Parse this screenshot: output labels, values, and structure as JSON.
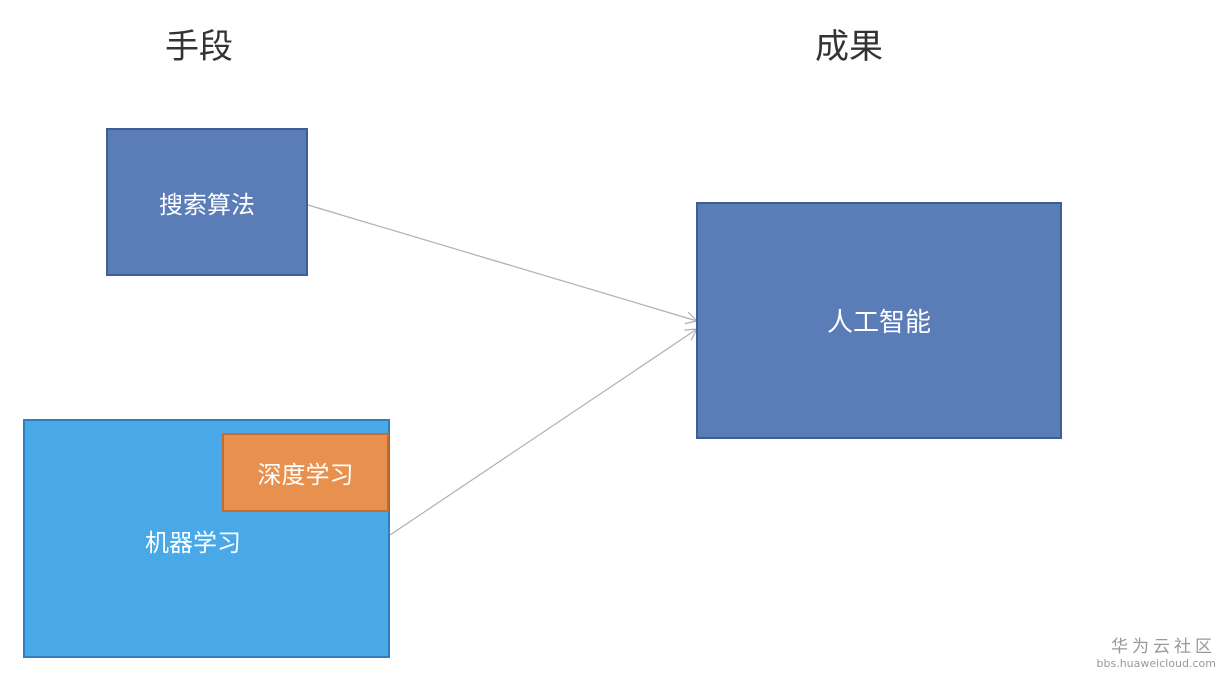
{
  "headings": {
    "means": "手段",
    "result": "成果"
  },
  "nodes": {
    "search_algorithm": "搜索算法",
    "machine_learning": "机器学习",
    "deep_learning": "深度学习",
    "artificial_intelligence": "人工智能"
  },
  "edges": [
    {
      "from": "search_algorithm",
      "to": "artificial_intelligence"
    },
    {
      "from": "machine_learning",
      "to": "artificial_intelligence"
    }
  ],
  "colors": {
    "search_box": "#5a7db8",
    "ai_box": "#5a7db8",
    "ml_box": "#49a8e8",
    "dl_box": "#e8914e",
    "arrow": "#b0b0b0"
  },
  "watermark": {
    "brand": "华为云社区",
    "url": "bbs.huaweicloud.com"
  }
}
